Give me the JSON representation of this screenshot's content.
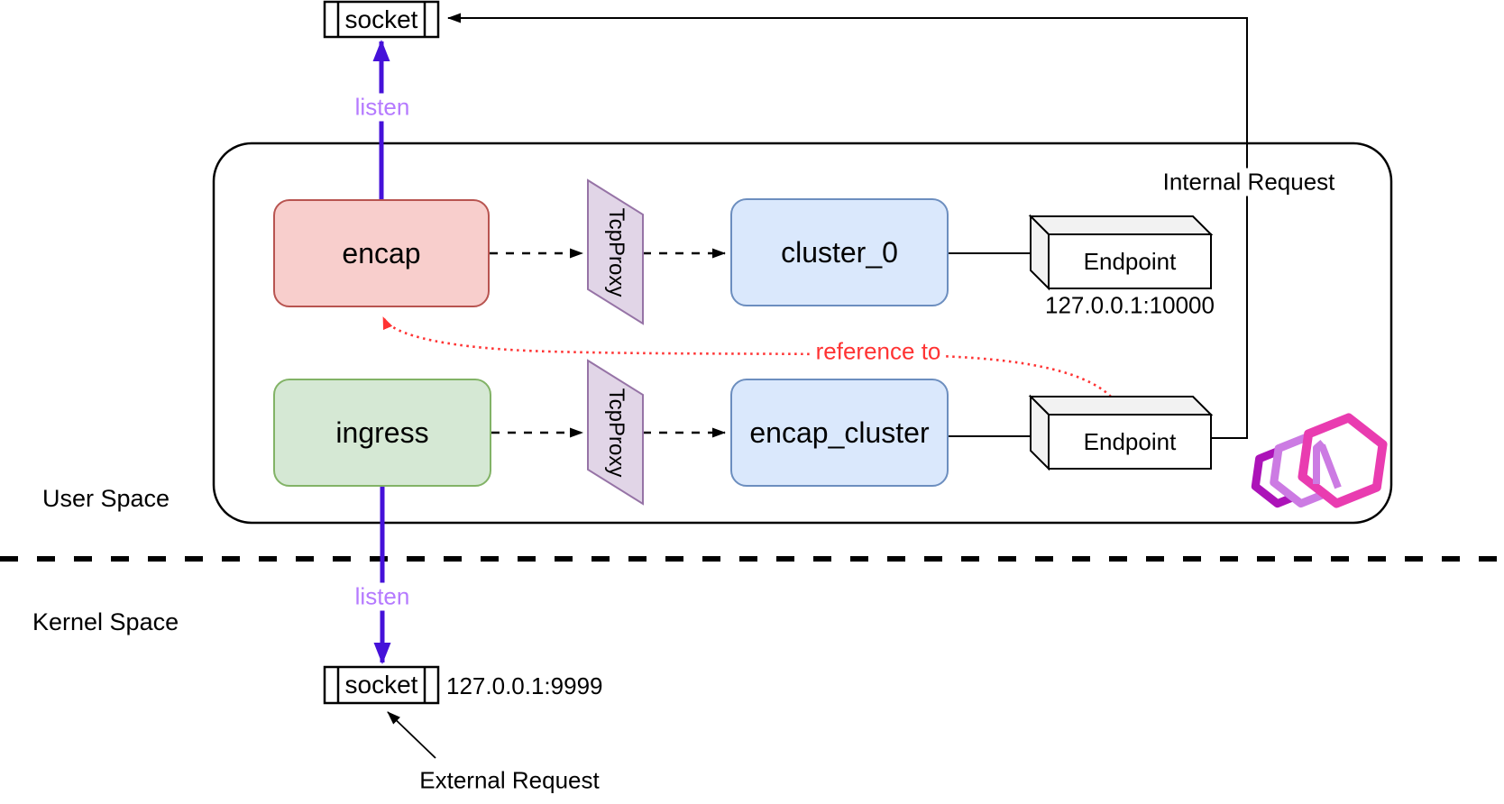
{
  "regions": {
    "user_space_label": "User Space",
    "kernel_space_label": "Kernel Space"
  },
  "nodes": {
    "socket_top": "socket",
    "socket_bottom": "socket",
    "encap": "encap",
    "ingress": "ingress",
    "tcpproxy_top": "TcpProxy",
    "tcpproxy_bottom": "TcpProxy",
    "cluster_0": "cluster_0",
    "encap_cluster": "encap_cluster",
    "endpoint_top": "Endpoint",
    "endpoint_bottom": "Endpoint"
  },
  "addresses": {
    "endpoint_top": "127.0.0.1:10000",
    "socket_bottom": "127.0.0.1:9999"
  },
  "edge_labels": {
    "listen_top": "listen",
    "listen_bottom": "listen",
    "reference_to": "reference to",
    "internal_request": "Internal Request",
    "external_request": "External Request"
  },
  "icons": {
    "envoy_logo": "envoy-hexagons-logo"
  },
  "colors": {
    "encap_fill": "#F8CECC",
    "encap_stroke": "#B85450",
    "ingress_fill": "#D5E8D4",
    "ingress_stroke": "#82B366",
    "cluster_fill": "#DAE8FC",
    "cluster_stroke": "#6C8EBF",
    "tcpproxy_fill": "#E1D5E7",
    "tcpproxy_stroke": "#9673A6",
    "endpoint_face": "#F2F2F2",
    "listen_arrow": "#4511D9",
    "listen_text": "#B57AFF",
    "reference_red": "#FF3333",
    "logo_pink": "#E93CB0",
    "logo_orchid": "#CC7BE3",
    "logo_magenta": "#AC13B8"
  }
}
